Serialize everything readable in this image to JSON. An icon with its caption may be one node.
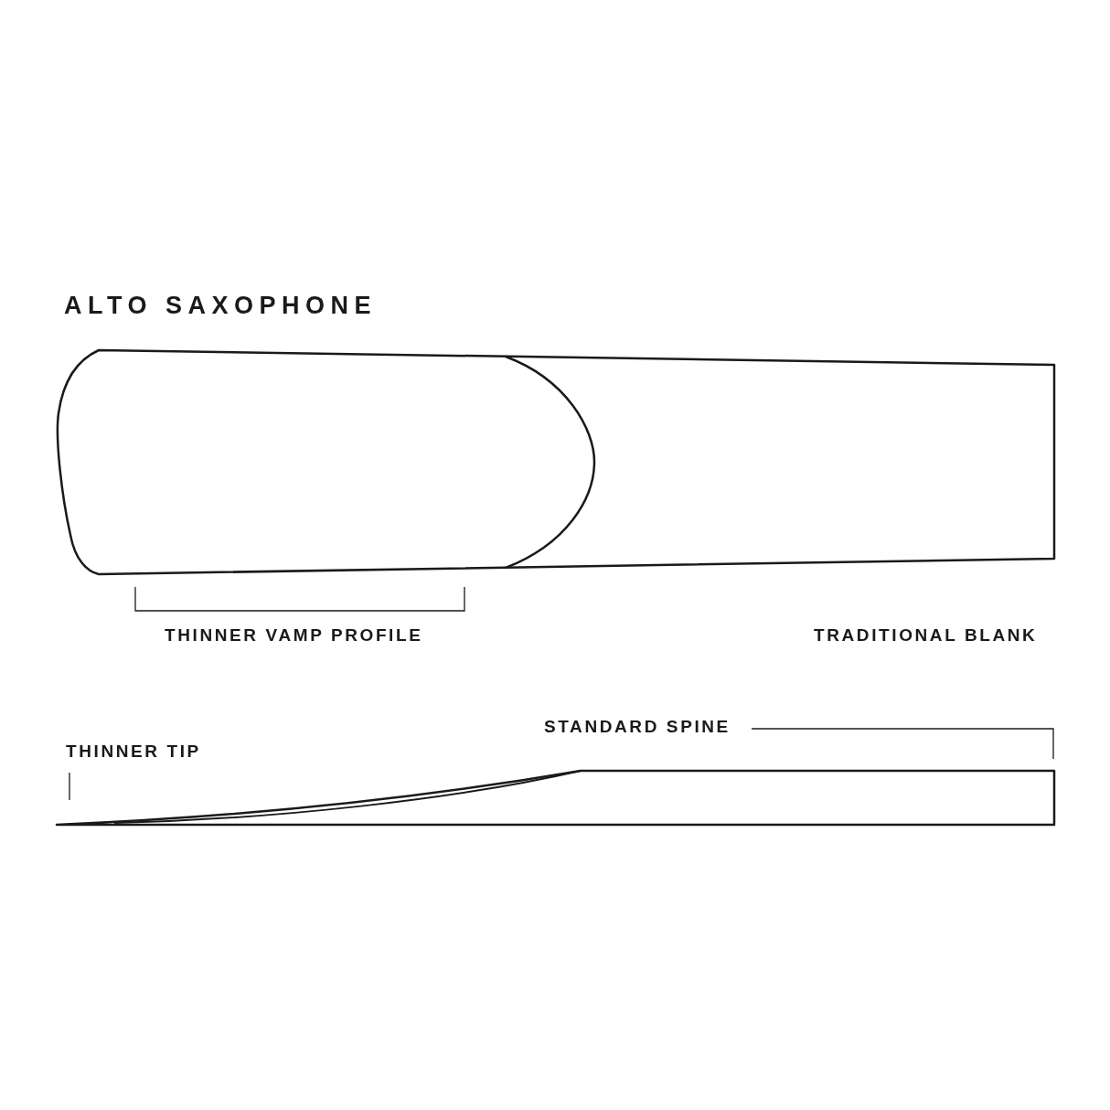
{
  "diagram": {
    "title": "ALTO SAXOPHONE",
    "nodes": [
      {
        "text": [
          "STANDARD SPINE"
        ]
      },
      {
        "text": [
          "THINNER TIP"
        ]
      }
    ],
    "edges": [
      {
        "from": 0,
        "to": null,
        "arrow": "none"
      },
      {
        "from": 1,
        "to": null,
        "arrow": "none"
      }
    ],
    "labels": [
      "THINNER VAMP PROFILE",
      "TRADITIONAL BLANK"
    ]
  }
}
